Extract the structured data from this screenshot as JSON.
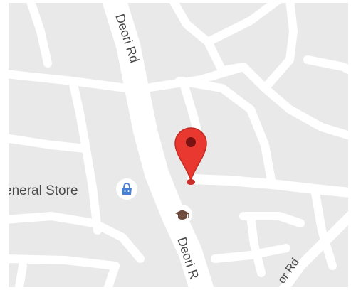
{
  "map": {
    "colors": {
      "land": "#e9e9e9",
      "road": "#ffffff",
      "label": "#4a4a4a",
      "pin": "#e8382f",
      "pin_dark": "#7a1212",
      "store_icon": "#4a7fd6",
      "school_icon": "#6d4a3c"
    },
    "roads": {
      "primary_name": "Deori Rd",
      "primary_name_lower": "Deori R",
      "secondary_name": "or Rd"
    },
    "poi": {
      "store_label": "eneral Store",
      "store_icon": "shopping-bag-icon",
      "school_icon": "graduation-cap-icon"
    },
    "marker": {
      "icon": "location-pin-icon"
    }
  }
}
